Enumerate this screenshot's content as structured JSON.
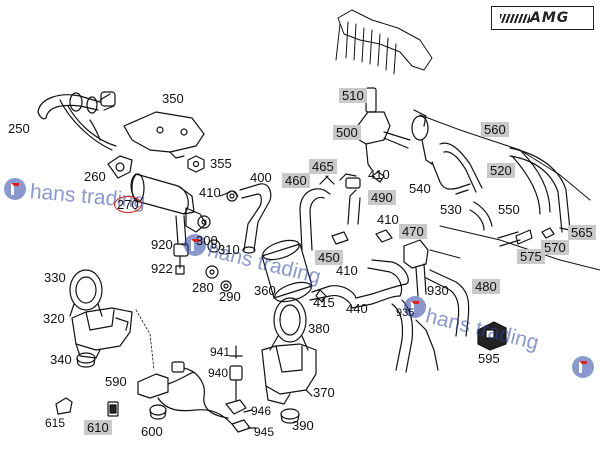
{
  "logo": {
    "text": "AMG"
  },
  "watermark": {
    "text": "hans trading"
  },
  "colors": {
    "highlight_box": "#c9c9c9",
    "callout_ring": "#d8241c",
    "watermark": "#2846aa"
  },
  "callouts": {
    "p250": "250",
    "p260": "260",
    "p270": "270",
    "p350": "350",
    "p355": "355",
    "p400": "400",
    "p410a": "410",
    "p410b": "410",
    "p410c": "410",
    "p410d": "410",
    "p460": "460",
    "p465": "465",
    "p490": "490",
    "p470": "470",
    "p450": "450",
    "p510": "510",
    "p500": "500",
    "p540": "540",
    "p530": "530",
    "p550": "550",
    "p560": "560",
    "p520": "520",
    "p565": "565",
    "p570": "570",
    "p575": "575",
    "p920": "920",
    "p922": "922",
    "p300": "300",
    "p310": "310",
    "p280": "280",
    "p290": "290",
    "p360": "360",
    "p415": "415",
    "p440": "440",
    "p930": "930",
    "p935": "935",
    "p480": "480",
    "p595": "595",
    "p330": "330",
    "p320": "320",
    "p340": "340",
    "p380": "380",
    "p370": "370",
    "p590": "590",
    "p941": "941",
    "p940": "940",
    "p946": "946",
    "p945": "945",
    "p390": "390",
    "p600": "600",
    "p615": "615",
    "p610": "610"
  }
}
